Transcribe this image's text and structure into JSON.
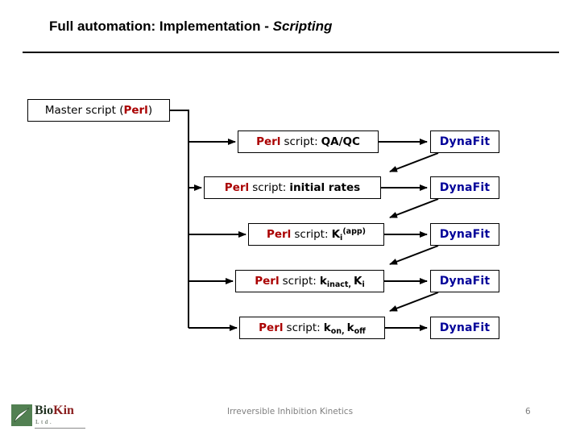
{
  "slide": {
    "title": {
      "main": "Full automation: Implementation - ",
      "emphasis": "Scripting"
    },
    "footer": {
      "center": "Irreversible Inhibition Kinetics",
      "page": "6"
    },
    "logo": {
      "bio": "Bio",
      "kin": "Kin",
      "ltd": "Ltd."
    },
    "colors": {
      "perl_red": "#aa0000",
      "dynafit_navy": "#000099",
      "line_black": "#000000",
      "footer_gray": "#7f7f7f",
      "logo_green": "#528052",
      "logo_kin_red": "#8b2020"
    }
  },
  "diagram": {
    "master": {
      "prefix": "Master script (",
      "emphasis": "Perl",
      "suffix": ")"
    },
    "rows": [
      {
        "lang": "Perl",
        "script": "script:",
        "name": "QA/QC",
        "tool": "DynaFit"
      },
      {
        "lang": "Perl",
        "script": "script:",
        "name": "initial rates",
        "tool": "DynaFit"
      },
      {
        "lang": "Perl",
        "script": "script:",
        "name": {
          "base": "K",
          "sub": "i",
          "sup": "(app)"
        },
        "tool": "DynaFit"
      },
      {
        "lang": "Perl",
        "script": "script:",
        "name": {
          "base": "k",
          "sub": "inact,",
          "base2": "K",
          "sub2": "i"
        },
        "tool": "DynaFit"
      },
      {
        "lang": "Perl",
        "script": "script:",
        "name": {
          "base": "k",
          "sub": "on,",
          "base2": "k",
          "sub2": "off"
        },
        "tool": "DynaFit"
      }
    ]
  }
}
